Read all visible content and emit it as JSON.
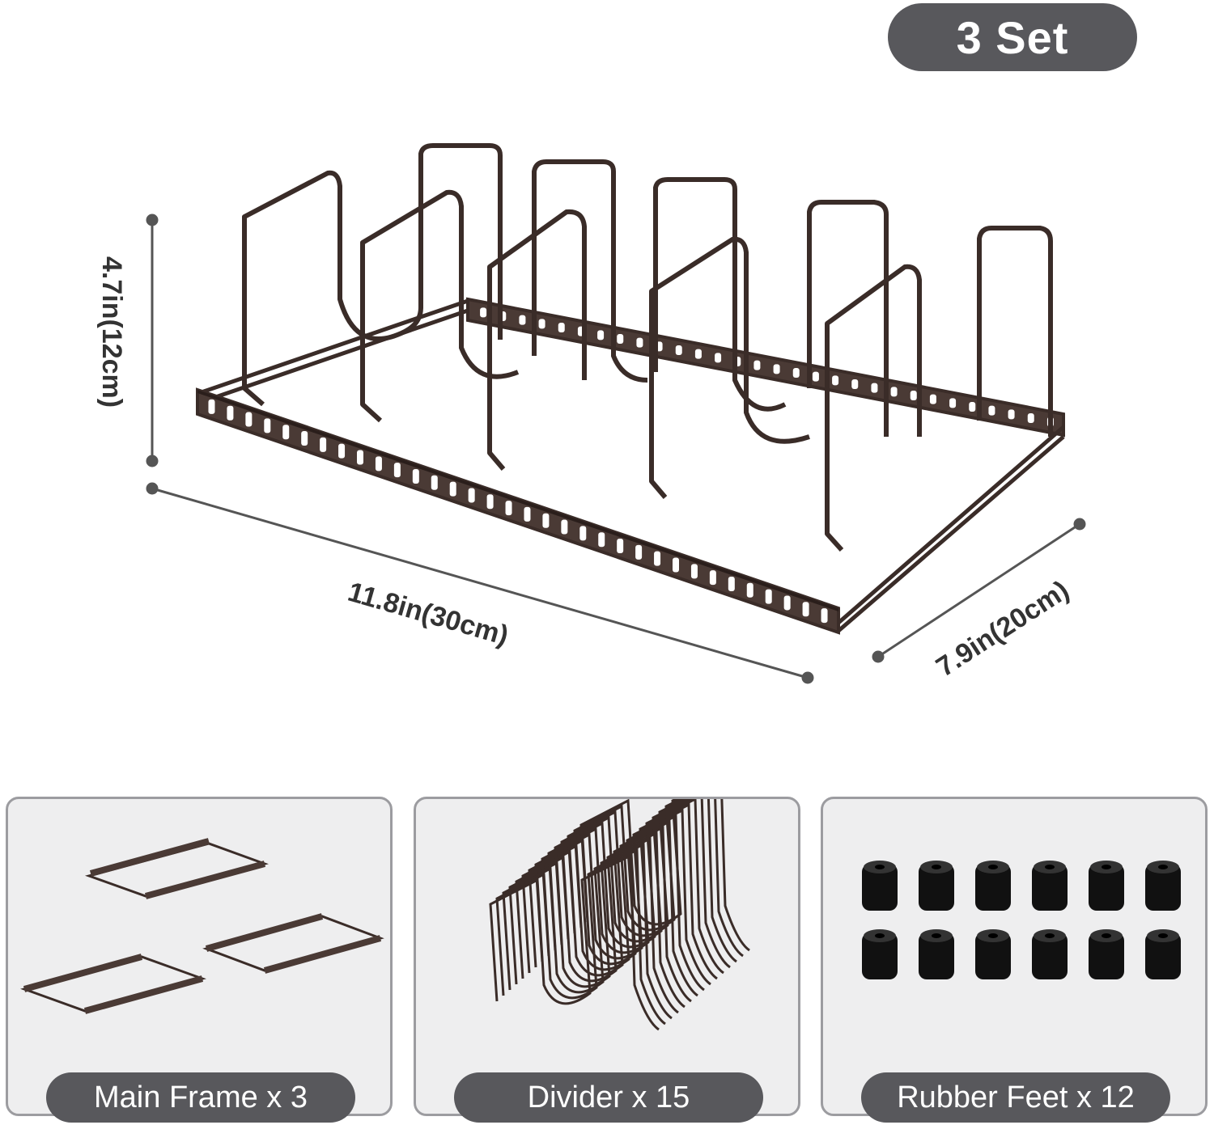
{
  "badge": {
    "label": "3 Set"
  },
  "dimensions": {
    "height": "4.7in(12cm)",
    "length": "11.8in(30cm)",
    "depth": "7.9in(20cm)"
  },
  "components": [
    {
      "label": "Main Frame x 3",
      "icon": "frame-icon"
    },
    {
      "label": "Divider x 15",
      "icon": "divider-icon"
    },
    {
      "label": "Rubber Feet x 12",
      "icon": "rubber-foot-icon"
    }
  ],
  "colors": {
    "badge_bg": "#58585c",
    "metal": "#3a2c28",
    "panel_bg": "#eeeeef",
    "panel_border": "#9c9ca0"
  }
}
